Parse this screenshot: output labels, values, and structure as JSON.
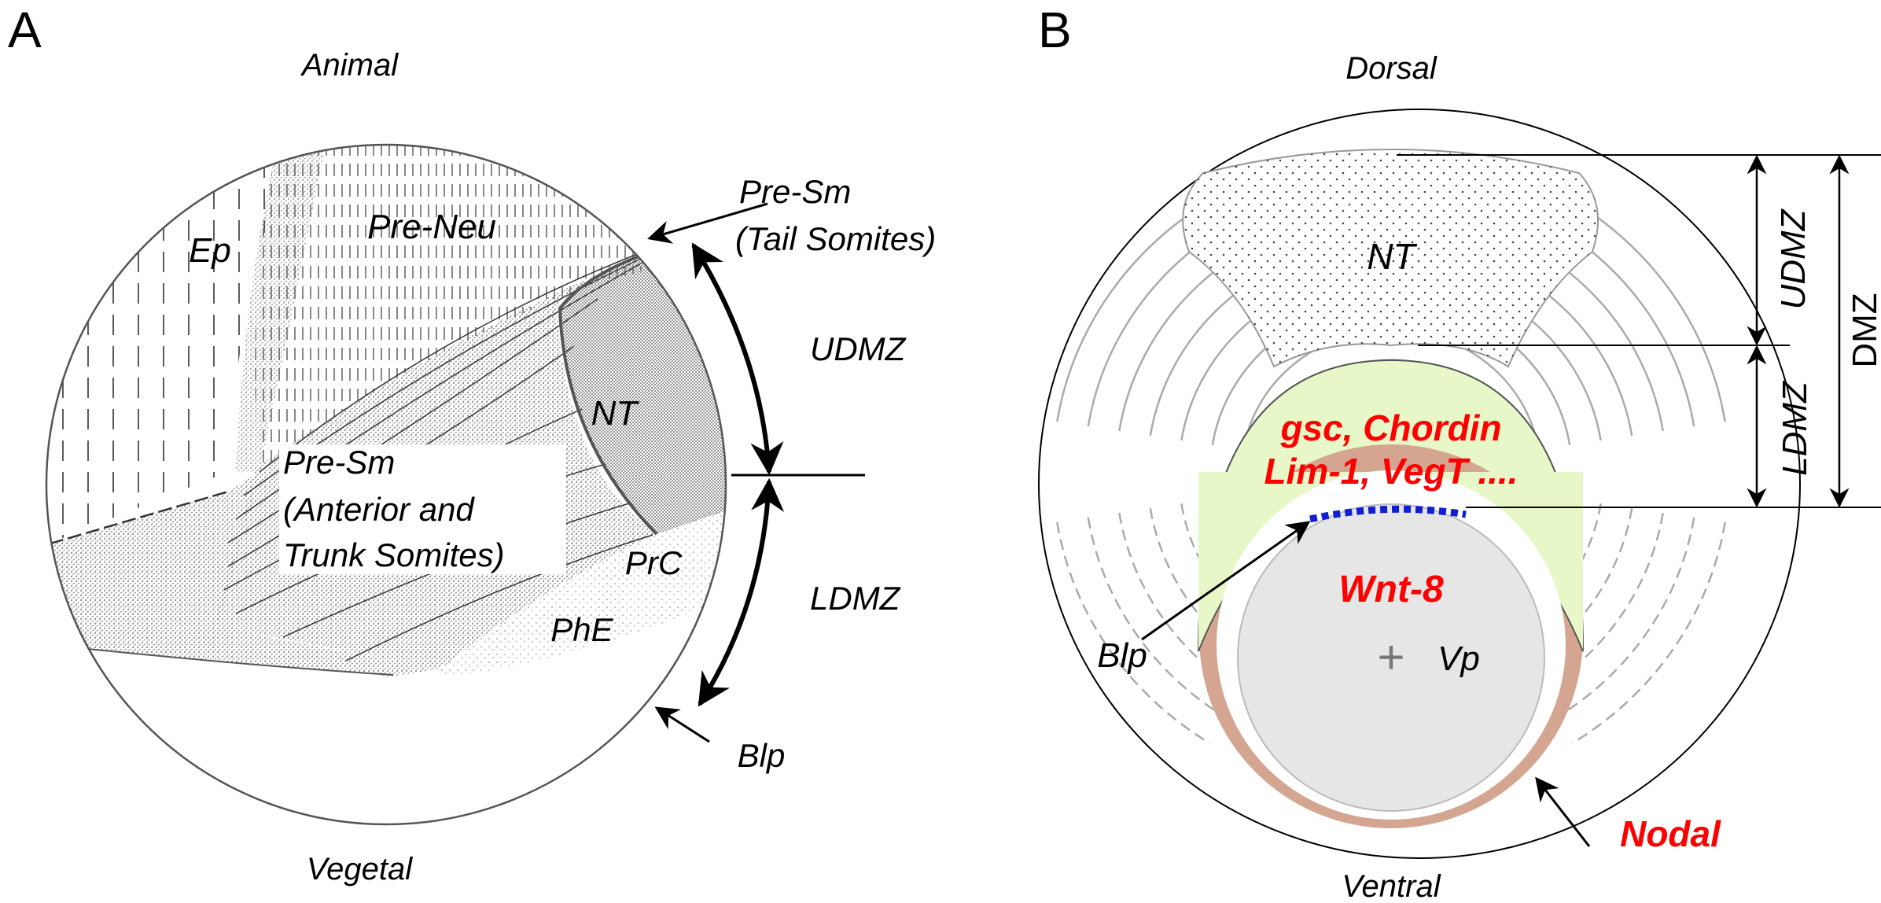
{
  "panel_a": {
    "letter": "A",
    "top_label": "Animal",
    "bottom_label": "Vegetal",
    "regions": {
      "ep": "Ep",
      "pre_neu": "Pre-Neu",
      "nt": "NT",
      "pre_sm_line1": "Pre-Sm",
      "pre_sm_line2": "(Anterior and",
      "pre_sm_line3": "Trunk Somites)",
      "prc": "PrC",
      "phe": "PhE"
    },
    "callouts": {
      "tail_line1": "Pre-Sm",
      "tail_line2": "(Tail Somites)",
      "udmz": "UDMZ",
      "ldmz": "LDMZ",
      "blp": "Blp"
    }
  },
  "panel_b": {
    "letter": "B",
    "top_label": "Dorsal",
    "bottom_label": "Ventral",
    "nt": "NT",
    "genes_line1": "gsc, Chordin",
    "genes_line2": "Lim-1, VegT ....",
    "wnt": "Wnt-8",
    "vp": "Vp",
    "blp": "Blp",
    "nodal": "Nodal",
    "udmz": "UDMZ",
    "ldmz": "LDMZ",
    "dmz": "DMZ"
  },
  "colors": {
    "gene_text": "#ff0000",
    "organizer_fill": "#e8f7c8",
    "nodal_ring": "#d4a590",
    "yolk": "#e6e6e6",
    "blastopore_dash": "#1020d0",
    "arcs": "#aaaaaa"
  }
}
